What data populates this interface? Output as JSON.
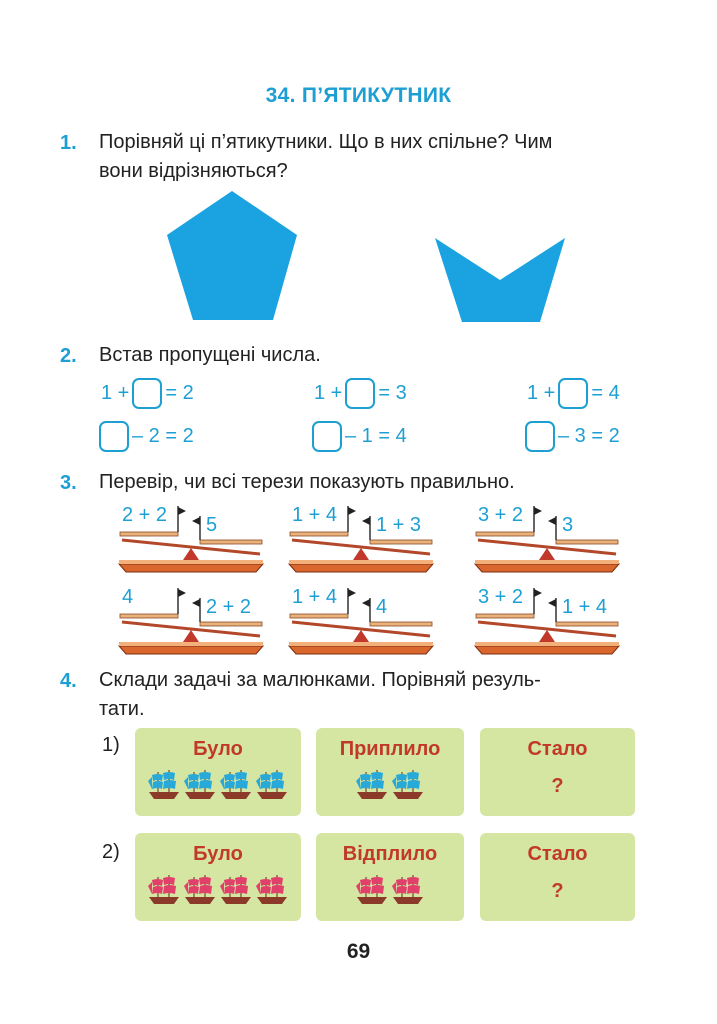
{
  "title": "34. П’ЯТИКУТНИК",
  "tasks": {
    "t1": {
      "num": "1.",
      "line1": "Порівняй ці п’ятикутники. Що в них спільне? Чим",
      "line2": "вони відрізняються?"
    },
    "t2": {
      "num": "2.",
      "text": "Встав пропущені числа.",
      "row1": [
        {
          "pre": "1 +",
          "post": "= 2"
        },
        {
          "pre": "1 +",
          "post": "= 3"
        },
        {
          "pre": "1 +",
          "post": "= 4"
        }
      ],
      "row2": [
        {
          "post": "– 2 = 2"
        },
        {
          "post": "– 1 = 4"
        },
        {
          "post": "– 3 = 2"
        }
      ]
    },
    "t3": {
      "num": "3.",
      "text": "Перевір, чи всі терези показують правильно.",
      "scales": [
        {
          "left": "2 + 2",
          "right": "5"
        },
        {
          "left": "1 + 4",
          "right": "1 + 3"
        },
        {
          "left": "3 + 2",
          "right": "3"
        },
        {
          "left": "4",
          "right": "2 + 2"
        },
        {
          "left": "1 + 4",
          "right": "4"
        },
        {
          "left": "3 + 2",
          "right": "1 + 4"
        }
      ]
    },
    "t4": {
      "num": "4.",
      "line1": "Склади задачі за малюнками. Порівняй резуль-",
      "line2": "тати.",
      "p1": {
        "label": "1)",
        "c1": "Було",
        "c2": "Приплило",
        "c3": "Стало",
        "q": "?"
      },
      "p2": {
        "label": "2)",
        "c1": "Було",
        "c2": "Відплило",
        "c3": "Стало",
        "q": "?"
      }
    }
  },
  "page_number": "69",
  "colors": {
    "accent": "#1e9fd3",
    "pentagon": "#1aa3e0",
    "card": "#d5e6a3",
    "card_text": "#c0392b",
    "ship_blue": "#29a9d8",
    "ship_red": "#e0406a"
  },
  "icons": {
    "ship_blue": "sailing-ship-icon",
    "ship_red": "sailing-ship-icon"
  }
}
